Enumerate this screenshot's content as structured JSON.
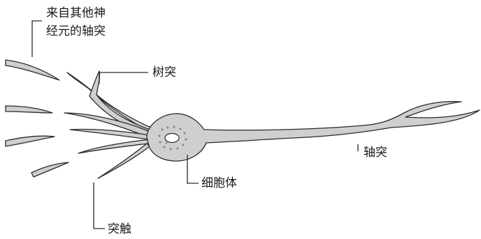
{
  "labels": {
    "incoming_axons_line1": "来自其他神",
    "incoming_axons_line2": "经元的轴突",
    "dendrite": "树突",
    "axon": "轴突",
    "cell_body": "细胞体",
    "synapse": "突触"
  },
  "colors": {
    "cytoplasm": "#cfcfcf",
    "outline": "#2a2a2a",
    "background": "#ffffff"
  }
}
